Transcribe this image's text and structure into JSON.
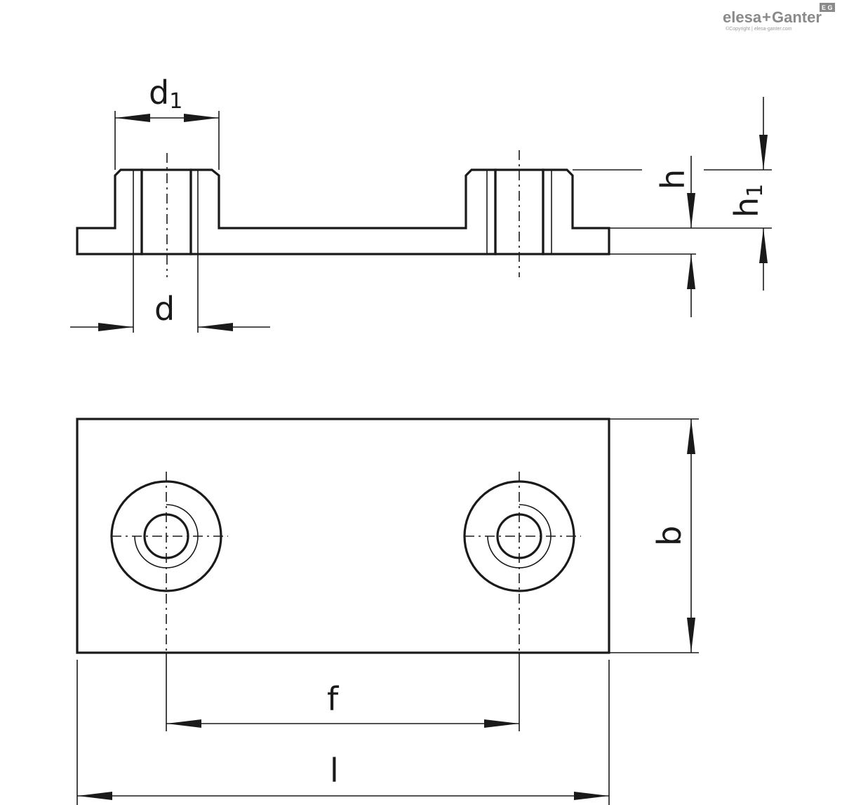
{
  "logo": {
    "brand_left": "elesa",
    "brand_plus": "+",
    "brand_right": "Ganter",
    "badge": "E G",
    "copyright": "©Copyright | elesa-ganter.com"
  },
  "section_view": {
    "dimensions": {
      "d1": {
        "letter": "d",
        "subscript": "1"
      },
      "d": {
        "letter": "d"
      },
      "h": {
        "letter": "h"
      },
      "h1": {
        "letter": "h",
        "subscript": "1"
      }
    }
  },
  "top_view": {
    "dimensions": {
      "b": {
        "letter": "b"
      },
      "f": {
        "letter": "f"
      },
      "l": {
        "letter": "l"
      }
    }
  },
  "colors": {
    "line": "#1a1a1a",
    "logo_gray": "#8a8a8a",
    "background": "#ffffff"
  }
}
